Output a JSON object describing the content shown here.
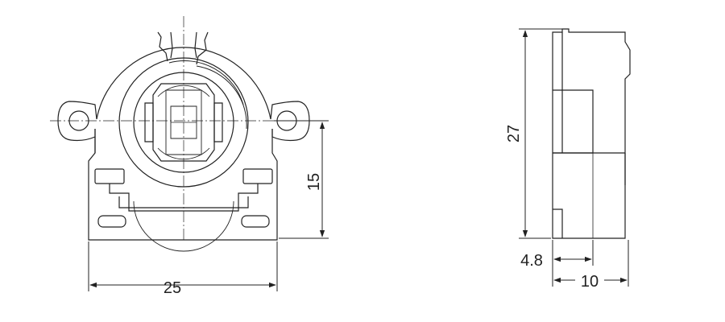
{
  "front_view": {
    "width_dimension": "25",
    "height_dimension": "15"
  },
  "side_view": {
    "height_dimension": "27",
    "offset_dimension": "4.8",
    "depth_dimension": "10"
  },
  "colors": {
    "line": "#222222",
    "background": "#ffffff"
  }
}
